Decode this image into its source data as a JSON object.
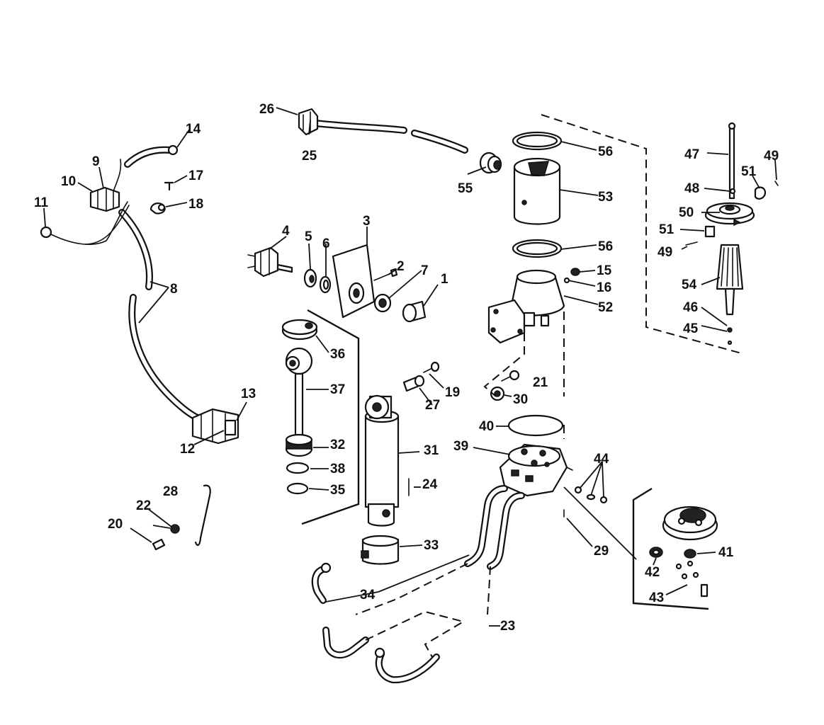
{
  "diagram": {
    "callouts": [
      "1",
      "2",
      "3",
      "4",
      "5",
      "6",
      "7",
      "8",
      "9",
      "10",
      "11",
      "12",
      "13",
      "14",
      "15",
      "16",
      "17",
      "18",
      "19",
      "20",
      "21",
      "22",
      "23",
      "24",
      "25",
      "26",
      "27",
      "28",
      "29",
      "30",
      "31",
      "32",
      "33",
      "34",
      "35",
      "36",
      "37",
      "38",
      "39",
      "40",
      "41",
      "42",
      "43",
      "44",
      "45",
      "46",
      "47",
      "48",
      "49",
      "49",
      "50",
      "51",
      "51",
      "52",
      "53",
      "54",
      "55",
      "56",
      "56"
    ]
  }
}
